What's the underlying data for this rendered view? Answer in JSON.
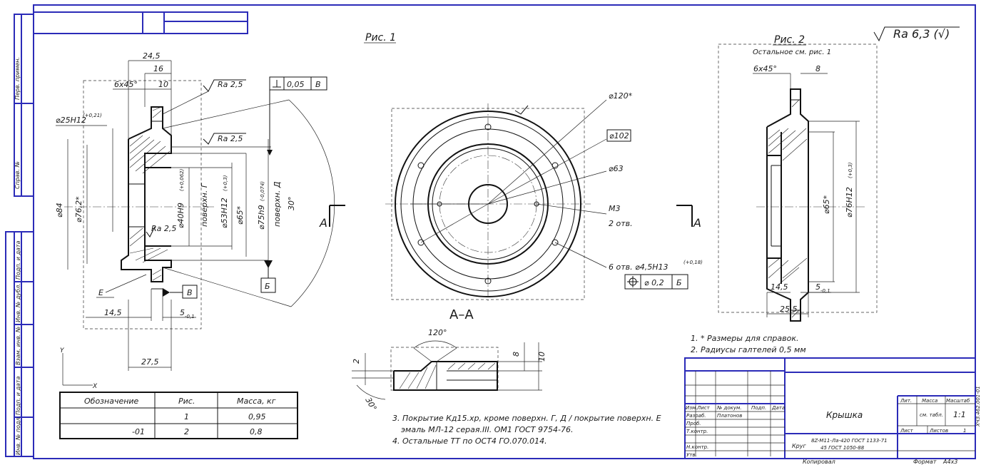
{
  "figures": {
    "fig1_title": "Рис. 1",
    "fig2_title": "Рис. 2",
    "fig2_note": "Остальное см. рис. 1",
    "section_title": "А–А",
    "section_mark": "А",
    "roughness_general": "Ra 6,3 (√)"
  },
  "fig1_dims": {
    "d24_5": "24,5",
    "d16": "16",
    "d10": "10",
    "chamfer": "6х45°",
    "bore_d25": "⌀25H12",
    "bore_d25_tol": "(+0,21)",
    "d84": "⌀84",
    "d76_2": "⌀76,2*",
    "d40": "⌀40H9",
    "d40_tol": "(+0,062)",
    "surface_g": "поверхн. Г",
    "d53": "⌀53H12",
    "d53_tol": "(+0,3)",
    "d65": "⌀65*",
    "d75": "⌀75h9",
    "d75_tol": "(-0,074)",
    "surface_d": "поверхн. Д",
    "angle30": "30°",
    "ra25_a": "Ra 2,5",
    "ra25_b": "Ra 2,5",
    "ra25_c": "Ra 2,5",
    "perp_tol": "0,05",
    "datum_b": "Б",
    "datum_v": "В",
    "surface_e": "Е",
    "d14_5": "14,5",
    "d5": "5",
    "d5_tol": "-0,1",
    "d27_5": "27,5"
  },
  "section_dims": {
    "d120": "⌀120*",
    "d102": "⌀102",
    "d63": "⌀63",
    "thread": "М3",
    "thread_count": "2 отв.",
    "holes": "6 отв. ⌀4,5H13",
    "holes_tol": "(+0,18)",
    "pos_tol": "⌀ 0,2",
    "pos_datum": "Б"
  },
  "detail_dims": {
    "angle120": "120°",
    "d8": "8",
    "d10": "10",
    "d2": "2",
    "angle30": "30°"
  },
  "fig2_dims": {
    "chamfer": "6х45°",
    "d8": "8",
    "d65": "⌀65*",
    "d76": "⌀76H12",
    "d76_tol": "(+0,3)",
    "d14_5": "14,5",
    "d5": "5",
    "d5_tol": "-0,1",
    "d25_5": "25,5"
  },
  "notes": [
    "1. * Размеры для справок.",
    "2. Радиусы галтелей 0,5 мм",
    "3. Покрытие Кд15.хр, кроме поверхн. Г, Д / покрытие поверхн. Е",
    "эмаль МЛ-12 серая.III. ОМ1 ГОСТ 9754-76.",
    "4. Остальные ТТ по ОСТ4 ГО.070.014."
  ],
  "variants_table": {
    "headers": [
      "Обозначение",
      "Рис.",
      "Масса, кг"
    ],
    "rows": [
      [
        "",
        "1",
        "0,95"
      ],
      [
        "-01",
        "2",
        "0,8"
      ]
    ]
  },
  "title_block": {
    "name": "Крышка",
    "material_label": "Круг",
    "material_line1": "8Z-М11-Ла-420 ГОСТ 1133-71",
    "material_line2": "45 ГОСТ 1050-88",
    "col_lit": "Лит.",
    "col_mass": "Масса",
    "col_scale": "Масштаб",
    "mass_value": "см. табл.",
    "scale_value": "1:1",
    "sheet_label": "Лист",
    "sheets_label": "Листов",
    "sheets_value": "1",
    "rows": [
      "Изм.",
      "Лист",
      "№ докум.",
      "Подп.",
      "Дата"
    ],
    "role_razrab": "Разраб.",
    "role_razrab_name": "Платонов",
    "role_prob": "Проб.",
    "role_tkontr": "Т.контр.",
    "role_nkontr": "Н.контр.",
    "role_utv": "Утв.",
    "copied": "Копировал",
    "format_label": "Формат",
    "format_value": "А4х3",
    "side_code": "ХЧЗ.462.001-01"
  },
  "left_strip": [
    "Перв. примен.",
    "Справ. №",
    "Подп. и дата",
    "Инв. № дубл.",
    "Взам. инв. №",
    "Подп. и дата",
    "Инв. № подл."
  ],
  "axis_label_y": "Y",
  "axis_label_x": "X"
}
